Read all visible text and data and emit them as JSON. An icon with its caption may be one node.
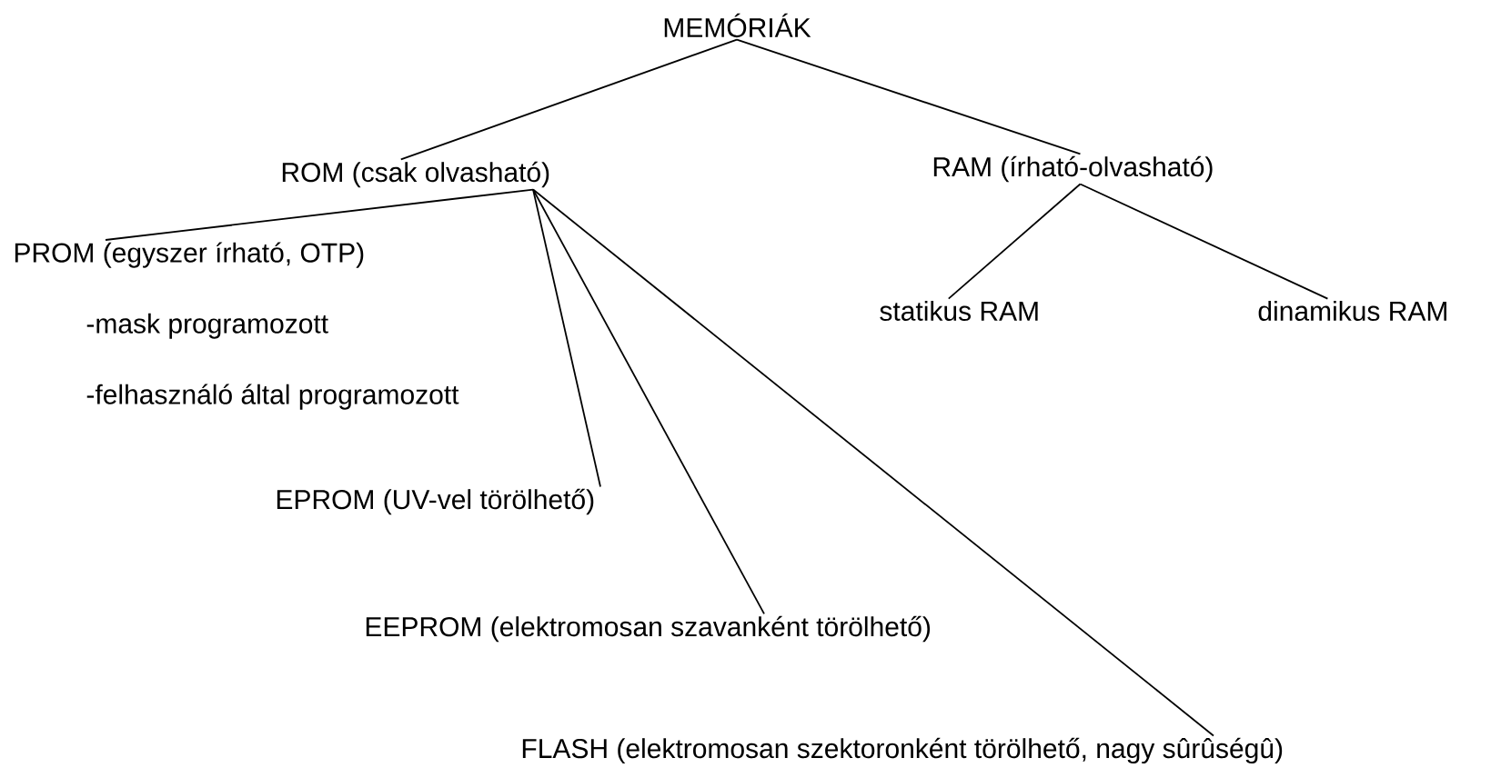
{
  "diagram": {
    "nodes": [
      {
        "text": [
          "MEMÓRIÁK"
        ]
      },
      {
        "text": [
          "ROM (csak olvasható)"
        ]
      },
      {
        "text": [
          "RAM (írható-olvasható)"
        ]
      },
      {
        "text": [
          "PROM (egyszer írható, OTP)",
          "-mask programozott",
          "-felhasználó által programozott"
        ]
      },
      {
        "text": [
          "statikus RAM"
        ]
      },
      {
        "text": [
          "dinamikus RAM"
        ]
      },
      {
        "text": [
          "EPROM (UV-vel törölhető)"
        ]
      },
      {
        "text": [
          "EEPROM (elektromosan szavanként törölhető)"
        ]
      },
      {
        "text": [
          "FLASH (elektromosan szektoronként törölhető, nagy sûrûségû)"
        ]
      }
    ],
    "edges": [
      {
        "from": 0,
        "to": 1,
        "arrow": "none"
      },
      {
        "from": 0,
        "to": 2,
        "arrow": "none"
      },
      {
        "from": 1,
        "to": 3,
        "arrow": "none"
      },
      {
        "from": 2,
        "to": 4,
        "arrow": "none"
      },
      {
        "from": 2,
        "to": 5,
        "arrow": "none"
      },
      {
        "from": 1,
        "to": 6,
        "arrow": "none"
      },
      {
        "from": 1,
        "to": 7,
        "arrow": "none"
      },
      {
        "from": 1,
        "to": 8,
        "arrow": "none"
      }
    ]
  }
}
